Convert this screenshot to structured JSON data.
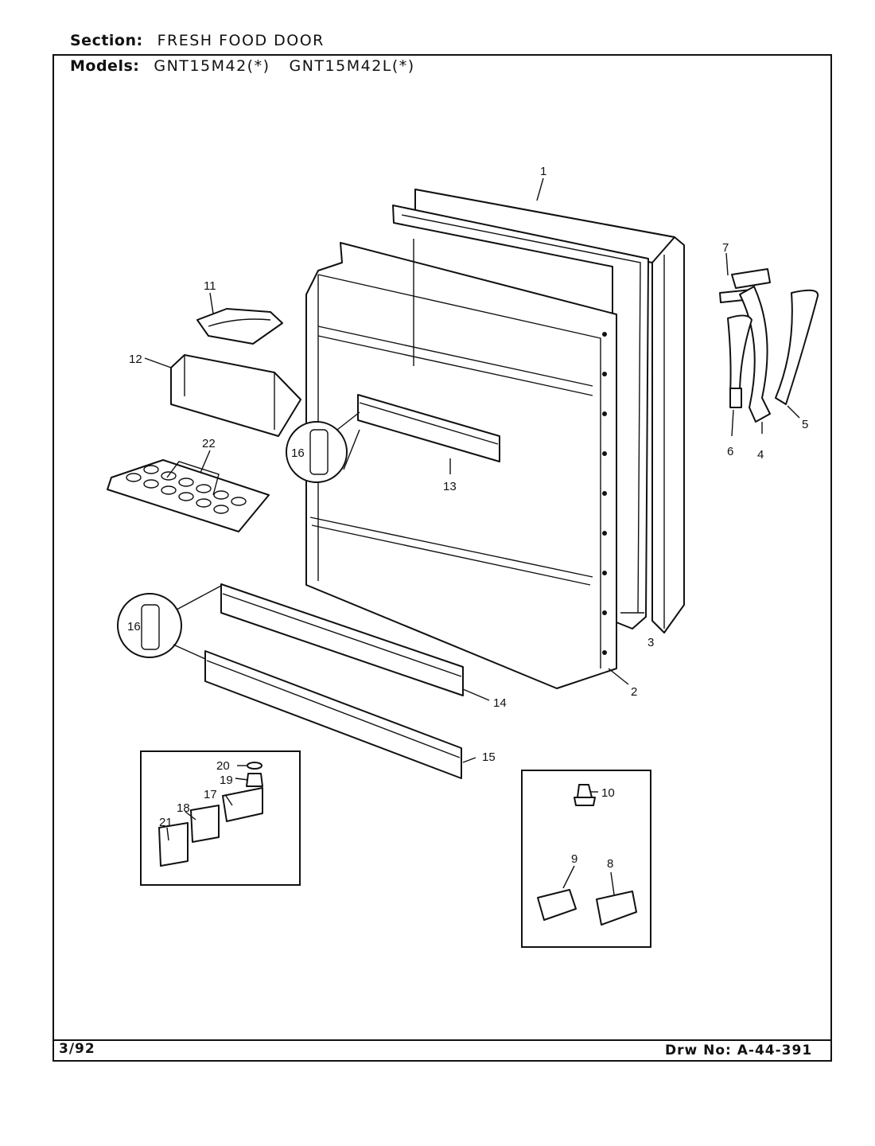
{
  "header": {
    "section_label": "Section:",
    "section_value": "FRESH FOOD DOOR",
    "models_label": "Models:",
    "model_1": "GNT15M42(*)",
    "model_2": "GNT15M42L(*)"
  },
  "footer": {
    "date": "3/92",
    "drawing_number": "Drw No: A-44-391"
  },
  "callouts": {
    "p1": "1",
    "p2": "2",
    "p3": "3",
    "p4": "4",
    "p5": "5",
    "p6": "6",
    "p7": "7",
    "p8": "8",
    "p9": "9",
    "p10": "10",
    "p11": "11",
    "p12": "12",
    "p13": "13",
    "p14": "14",
    "p15": "15",
    "p16a": "16",
    "p16b": "16",
    "p17": "17",
    "p18": "18",
    "p19": "19",
    "p20": "20",
    "p21": "21",
    "p22": "22"
  }
}
